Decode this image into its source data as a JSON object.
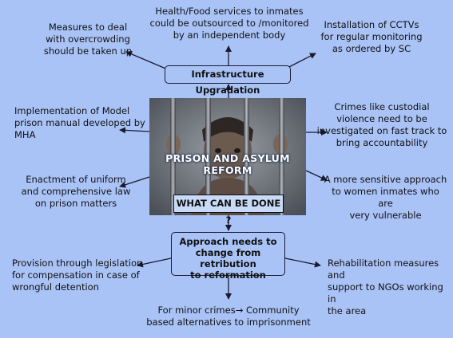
{
  "center": {
    "title": "PRISON AND ASYLUM REFORM",
    "question": "WHAT CAN BE DONE ?"
  },
  "hubs": {
    "top": "Infrastructure Upgradation",
    "bottom": "Approach needs to\nchange from retribution\nto reformation"
  },
  "nodes": {
    "overcrowding": "Measures to deal\nwith overcrowding\nshould be taken up",
    "health_food": "Health/Food services to inmates\ncould be outsourced to /monitored\nby an independent body",
    "cctv": "Installation of CCTVs\nfor regular monitoring\nas ordered by SC",
    "model_manual": "Implementation of Model\nprison manual developed by\nMHA",
    "custodial_violence": "Crimes like custodial\nviolence need to be\ninvestigated on fast track to\nbring accountability",
    "uniform_law": "Enactment of uniform\nand comprehensive law\non prison matters",
    "women_inmates": "A more sensitive approach\nto women inmates who are\nvery vulnerable",
    "compensation": "Provision through legislation\nfor compensation in case of\nwrongful detention",
    "rehabilitation": "Rehabilitation measures and\nsupport to NGOs working in\nthe area",
    "minor_crimes": "For minor crimes→ Community\nbased alternatives to imprisonment"
  },
  "colors": {
    "background": "#a9c3f7",
    "arrow": "#1a1a2e"
  }
}
